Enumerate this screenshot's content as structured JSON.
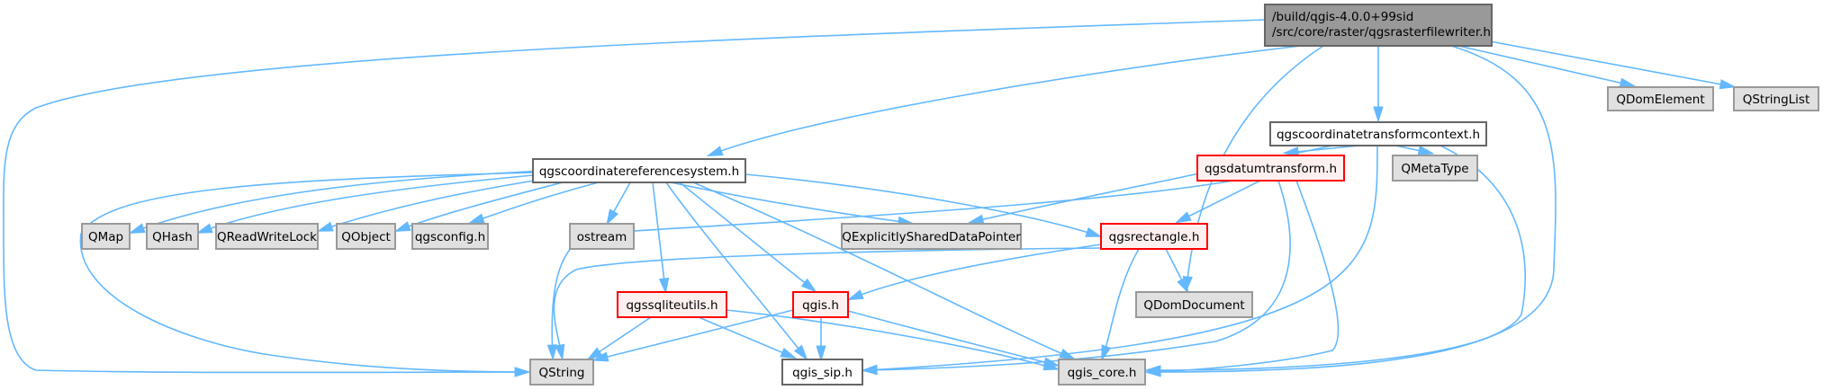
{
  "diagram": {
    "type": "include-dependency-graph",
    "styles": {
      "root": {
        "fill": "#999999",
        "stroke": "#666666"
      },
      "documented": {
        "fill": "#ffffff",
        "stroke": "#666666"
      },
      "incomplete": {
        "fill": "#fff0f0",
        "stroke": "#ff0000"
      },
      "external": {
        "fill": "#e0e0e0",
        "stroke": "#999999"
      },
      "edge_color": "#63b8ff"
    },
    "nodes": [
      {
        "id": "root",
        "lines": [
          "/build/qgis-4.0.0+99sid",
          "/src/core/raster/qgsrasterfilewriter.h"
        ],
        "style": "root"
      },
      {
        "id": "crs",
        "lines": [
          "qgscoordinatereferencesystem.h"
        ],
        "style": "documented"
      },
      {
        "id": "ctc",
        "lines": [
          "qgscoordinatetransformcontext.h"
        ],
        "style": "documented"
      },
      {
        "id": "domelement",
        "lines": [
          "QDomElement"
        ],
        "style": "external"
      },
      {
        "id": "stringlist",
        "lines": [
          "QStringList"
        ],
        "style": "external"
      },
      {
        "id": "datum",
        "lines": [
          "qgsdatumtransform.h"
        ],
        "style": "incomplete"
      },
      {
        "id": "metatype",
        "lines": [
          "QMetaType"
        ],
        "style": "external"
      },
      {
        "id": "qmap",
        "lines": [
          "QMap"
        ],
        "style": "external"
      },
      {
        "id": "qhash",
        "lines": [
          "QHash"
        ],
        "style": "external"
      },
      {
        "id": "rwlock",
        "lines": [
          "QReadWriteLock"
        ],
        "style": "external"
      },
      {
        "id": "qobject",
        "lines": [
          "QObject"
        ],
        "style": "external"
      },
      {
        "id": "config",
        "lines": [
          "qgsconfig.h"
        ],
        "style": "external"
      },
      {
        "id": "ostream",
        "lines": [
          "ostream"
        ],
        "style": "external"
      },
      {
        "id": "esdp",
        "lines": [
          "QExplicitlySharedDataPointer"
        ],
        "style": "external"
      },
      {
        "id": "rect",
        "lines": [
          "qgsrectangle.h"
        ],
        "style": "incomplete"
      },
      {
        "id": "sqlite",
        "lines": [
          "qgssqliteutils.h"
        ],
        "style": "incomplete"
      },
      {
        "id": "qgis",
        "lines": [
          "qgis.h"
        ],
        "style": "incomplete"
      },
      {
        "id": "domdoc",
        "lines": [
          "QDomDocument"
        ],
        "style": "external"
      },
      {
        "id": "qstring",
        "lines": [
          "QString"
        ],
        "style": "external"
      },
      {
        "id": "sip",
        "lines": [
          "qgis_sip.h"
        ],
        "style": "documented"
      },
      {
        "id": "core",
        "lines": [
          "qgis_core.h"
        ],
        "style": "external"
      }
    ],
    "edges": [
      {
        "from": "root",
        "to": "crs"
      },
      {
        "from": "root",
        "to": "ctc"
      },
      {
        "from": "root",
        "to": "domelement"
      },
      {
        "from": "root",
        "to": "stringlist"
      },
      {
        "from": "root",
        "to": "qstring"
      },
      {
        "from": "root",
        "to": "domdoc"
      },
      {
        "from": "root",
        "to": "core"
      },
      {
        "from": "crs",
        "to": "qmap"
      },
      {
        "from": "crs",
        "to": "qhash"
      },
      {
        "from": "crs",
        "to": "rwlock"
      },
      {
        "from": "crs",
        "to": "qobject"
      },
      {
        "from": "crs",
        "to": "config"
      },
      {
        "from": "crs",
        "to": "ostream"
      },
      {
        "from": "crs",
        "to": "esdp"
      },
      {
        "from": "crs",
        "to": "rect"
      },
      {
        "from": "crs",
        "to": "sqlite"
      },
      {
        "from": "crs",
        "to": "qgis"
      },
      {
        "from": "crs",
        "to": "qstring"
      },
      {
        "from": "crs",
        "to": "sip"
      },
      {
        "from": "crs",
        "to": "core"
      },
      {
        "from": "ctc",
        "to": "datum"
      },
      {
        "from": "ctc",
        "to": "metatype"
      },
      {
        "from": "ctc",
        "to": "esdp"
      },
      {
        "from": "ctc",
        "to": "sip"
      },
      {
        "from": "ctc",
        "to": "core"
      },
      {
        "from": "datum",
        "to": "rect"
      },
      {
        "from": "datum",
        "to": "qstring"
      },
      {
        "from": "datum",
        "to": "sip"
      },
      {
        "from": "datum",
        "to": "core"
      },
      {
        "from": "rect",
        "to": "qgis"
      },
      {
        "from": "rect",
        "to": "domdoc"
      },
      {
        "from": "rect",
        "to": "qstring"
      },
      {
        "from": "rect",
        "to": "core"
      },
      {
        "from": "sqlite",
        "to": "qstring"
      },
      {
        "from": "sqlite",
        "to": "sip"
      },
      {
        "from": "sqlite",
        "to": "core"
      },
      {
        "from": "qgis",
        "to": "qstring"
      },
      {
        "from": "qgis",
        "to": "sip"
      },
      {
        "from": "qgis",
        "to": "core"
      }
    ]
  }
}
